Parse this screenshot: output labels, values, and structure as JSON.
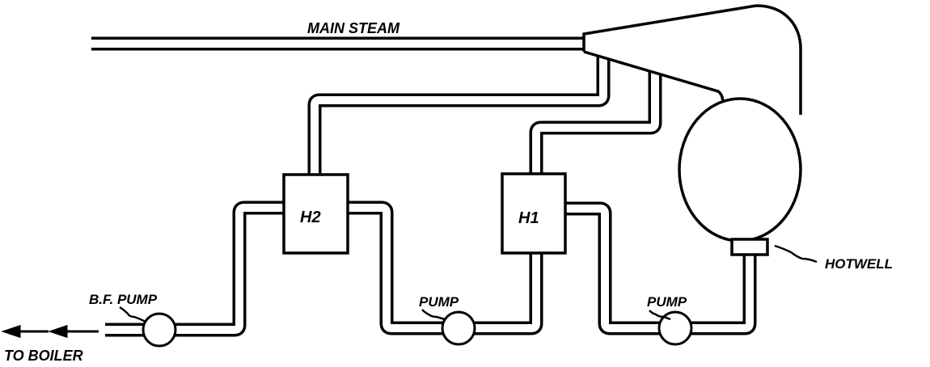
{
  "labels": {
    "main_steam": "MAIN STEAM",
    "heater_2": "H2",
    "heater_1": "H1",
    "pump_1": "PUMP",
    "pump_2": "PUMP",
    "bf_pump": "B.F. PUMP",
    "hotwell": "HOTWELL",
    "to_boiler": "TO BOILER"
  },
  "colors": {
    "line": "#000000",
    "background": "#ffffff"
  }
}
